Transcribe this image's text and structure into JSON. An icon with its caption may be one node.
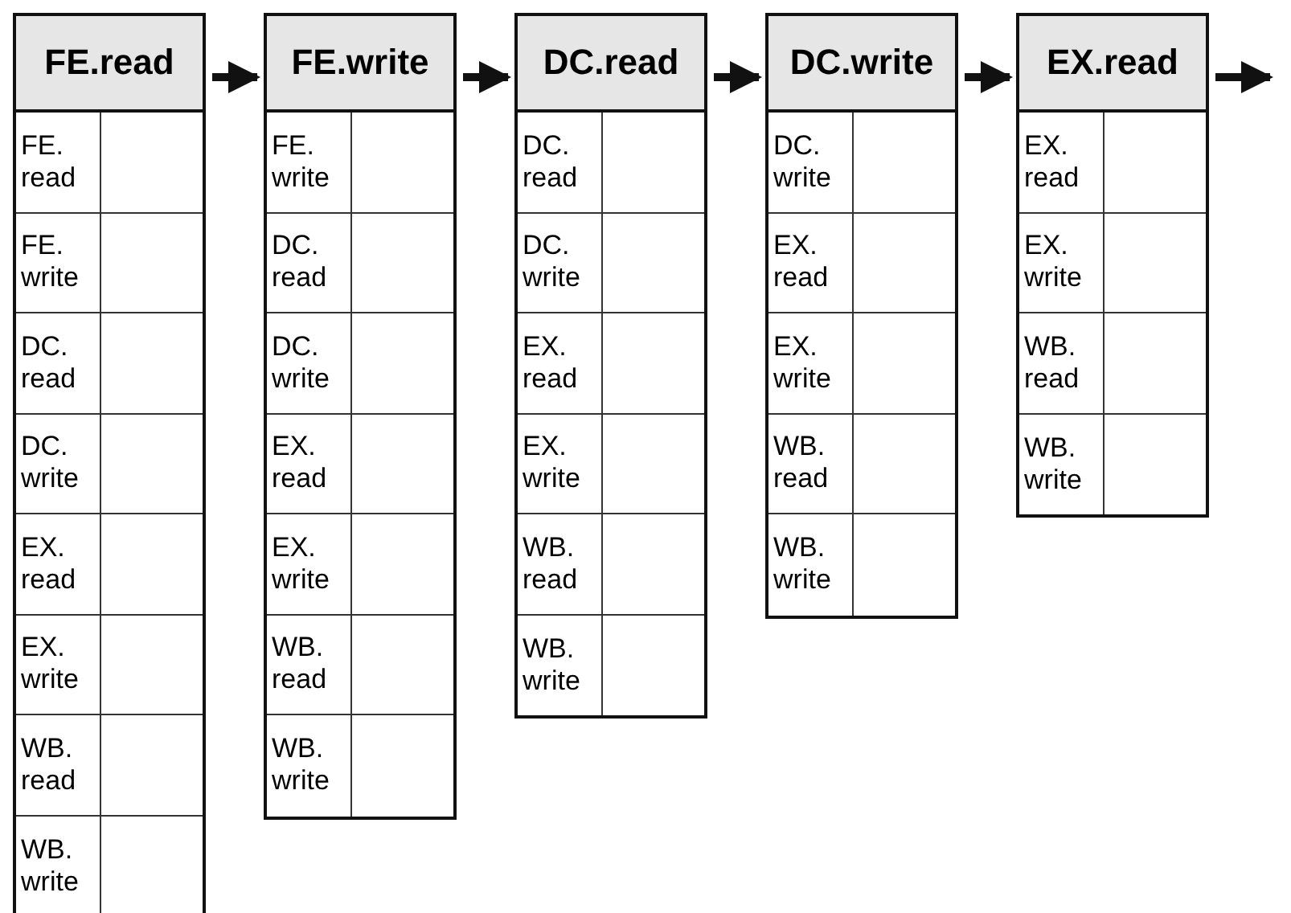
{
  "diagram": {
    "nodes": [
      {
        "text": [
          "FE.read"
        ]
      },
      {
        "text": [
          "FE. read"
        ],
        "in": 0
      },
      {
        "text": [
          "FE. write"
        ],
        "in": 0
      },
      {
        "text": [
          "DC. read"
        ],
        "in": 0
      },
      {
        "text": [
          "DC. write"
        ],
        "in": 0
      },
      {
        "text": [
          "EX. read"
        ],
        "in": 0
      },
      {
        "text": [
          "EX. write"
        ],
        "in": 0
      },
      {
        "text": [
          "WB. read"
        ],
        "in": 0
      },
      {
        "text": [
          "WB. write"
        ],
        "in": 0
      },
      {
        "text": [
          "FE.write"
        ]
      },
      {
        "text": [
          "FE. write"
        ],
        "in": 9
      },
      {
        "text": [
          "DC. read"
        ],
        "in": 9
      },
      {
        "text": [
          "DC. write"
        ],
        "in": 9
      },
      {
        "text": [
          "EX. read"
        ],
        "in": 9
      },
      {
        "text": [
          "EX. write"
        ],
        "in": 9
      },
      {
        "text": [
          "WB. read"
        ],
        "in": 9
      },
      {
        "text": [
          "WB. write"
        ],
        "in": 9
      },
      {
        "text": [
          "DC.read"
        ]
      },
      {
        "text": [
          "DC. read"
        ],
        "in": 17
      },
      {
        "text": [
          "DC. write"
        ],
        "in": 17
      },
      {
        "text": [
          "EX. read"
        ],
        "in": 17
      },
      {
        "text": [
          "EX. write"
        ],
        "in": 17
      },
      {
        "text": [
          "WB. read"
        ],
        "in": 17
      },
      {
        "text": [
          "WB. write"
        ],
        "in": 17
      },
      {
        "text": [
          "DC.write"
        ]
      },
      {
        "text": [
          "DC. write"
        ],
        "in": 24
      },
      {
        "text": [
          "EX. read"
        ],
        "in": 24
      },
      {
        "text": [
          "EX. write"
        ],
        "in": 24
      },
      {
        "text": [
          "WB. read"
        ],
        "in": 24
      },
      {
        "text": [
          "WB. write"
        ],
        "in": 24
      },
      {
        "text": [
          "EX.read"
        ]
      },
      {
        "text": [
          "EX. read"
        ],
        "in": 30
      },
      {
        "text": [
          "EX. write"
        ],
        "in": 30
      },
      {
        "text": [
          "WB. read"
        ],
        "in": 30
      },
      {
        "text": [
          "WB. write"
        ],
        "in": 30
      }
    ],
    "edges": [
      {
        "from": 0,
        "to": 9,
        "arrow": "to"
      },
      {
        "from": 9,
        "to": 17,
        "arrow": "to"
      },
      {
        "from": 17,
        "to": 24,
        "arrow": "to"
      },
      {
        "from": 24,
        "to": 30,
        "arrow": "to"
      },
      {
        "from": 30,
        "to": null,
        "arrow": "to"
      }
    ]
  }
}
